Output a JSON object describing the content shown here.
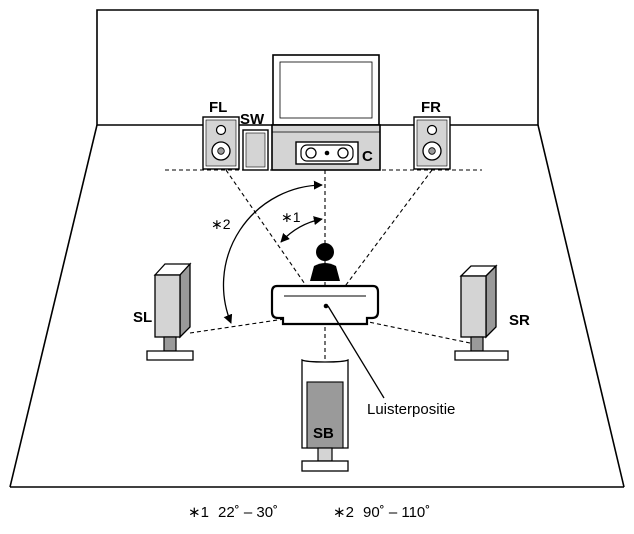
{
  "diagram": {
    "speakers": {
      "front_left": "FL",
      "subwoofer": "SW",
      "center": "C",
      "front_right": "FR",
      "surround_left": "SL",
      "surround_right": "SR",
      "surround_back": "SB"
    },
    "listening_position_label": "Luisterpositie",
    "angle_markers": {
      "marker_1": "∗1",
      "marker_2": "∗2"
    },
    "footnotes": {
      "note_1_marker": "∗1",
      "note_1_range": "22˚ – 30˚",
      "note_2_marker": "∗2",
      "note_2_range": "90˚ – 110˚"
    },
    "colors": {
      "line": "#000000",
      "speaker_fill": "#d4d4d4",
      "speaker_dark": "#9a9a9a",
      "background": "#ffffff"
    }
  }
}
